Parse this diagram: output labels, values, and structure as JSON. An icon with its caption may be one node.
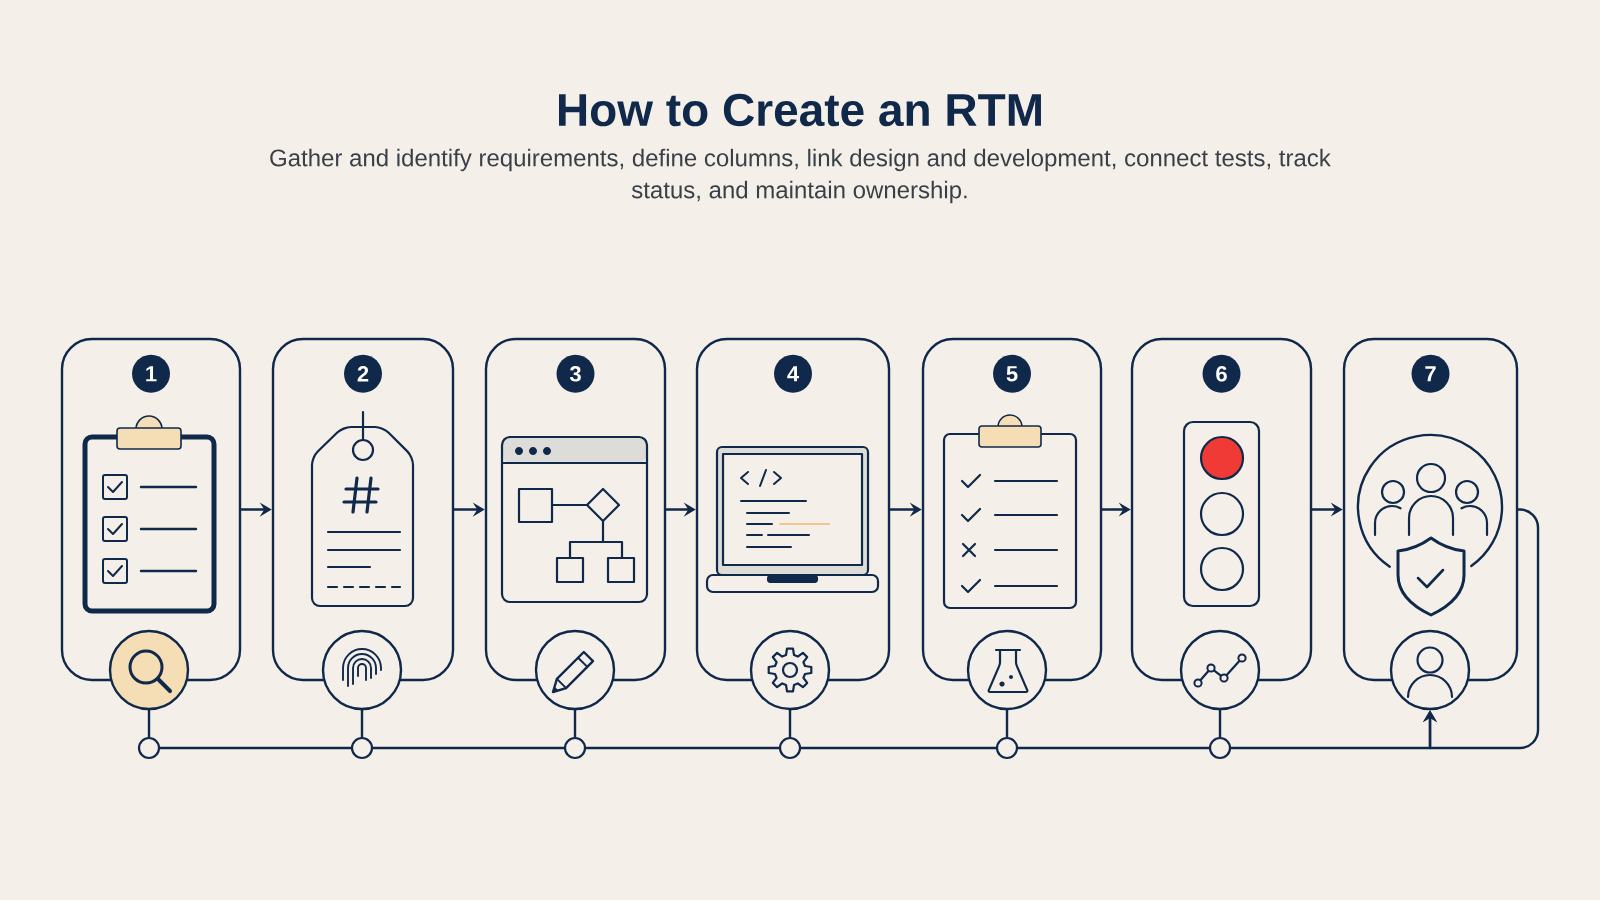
{
  "diagram": {
    "title": "How to Create an RTM",
    "caption": "Gather and identify requirements, define columns, link design and development, connect tests, track status, and maintain ownership.",
    "nodes": [
      {
        "text": [],
        "shape": "box"
      },
      {
        "text": [
          "1"
        ],
        "in": 0
      },
      {
        "text": [],
        "shape": "circle"
      },
      {
        "text": [],
        "shape": "box"
      },
      {
        "text": [
          "2"
        ],
        "in": 3
      },
      {
        "text": [],
        "shape": "circle"
      },
      {
        "text": [],
        "shape": "box"
      },
      {
        "text": [
          "3"
        ],
        "in": 6
      },
      {
        "text": [],
        "shape": "circle"
      },
      {
        "text": [],
        "shape": "box"
      },
      {
        "text": [
          "4"
        ],
        "in": 9
      },
      {
        "text": [],
        "shape": "circle"
      },
      {
        "text": [],
        "shape": "box"
      },
      {
        "text": [
          "5"
        ],
        "in": 12
      },
      {
        "text": [],
        "shape": "circle"
      },
      {
        "text": [],
        "shape": "box"
      },
      {
        "text": [
          "6"
        ],
        "in": 15
      },
      {
        "text": [],
        "shape": "circle"
      },
      {
        "text": [],
        "shape": "box"
      },
      {
        "text": [
          "7"
        ],
        "in": 18
      },
      {
        "text": [],
        "shape": "circle"
      },
      {
        "text": [],
        "shape": "circle"
      },
      {
        "text": [],
        "shape": "circle"
      },
      {
        "text": [],
        "shape": "circle"
      },
      {
        "text": [],
        "shape": "circle"
      },
      {
        "text": [],
        "shape": "circle"
      },
      {
        "text": [],
        "shape": "circle"
      }
    ],
    "edges": [
      {
        "from": 0,
        "to": 3,
        "arrow": "to"
      },
      {
        "from": 3,
        "to": 6,
        "arrow": "to"
      },
      {
        "from": 6,
        "to": 9,
        "arrow": "to"
      },
      {
        "from": 9,
        "to": 12,
        "arrow": "to"
      },
      {
        "from": 12,
        "to": 15,
        "arrow": "to"
      },
      {
        "from": 15,
        "to": 18,
        "arrow": "to"
      },
      {
        "from": 2,
        "to": 21,
        "arrow": "none"
      },
      {
        "from": 5,
        "to": 22,
        "arrow": "none"
      },
      {
        "from": 8,
        "to": 23,
        "arrow": "none"
      },
      {
        "from": 11,
        "to": 24,
        "arrow": "none"
      },
      {
        "from": 14,
        "to": 25,
        "arrow": "none"
      },
      {
        "from": 17,
        "to": 26,
        "arrow": "none"
      },
      {
        "from": 21,
        "to": 22,
        "arrow": "none"
      },
      {
        "from": 22,
        "to": 23,
        "arrow": "none"
      },
      {
        "from": 23,
        "to": 24,
        "arrow": "none"
      },
      {
        "from": 24,
        "to": 25,
        "arrow": "none"
      },
      {
        "from": 25,
        "to": 26,
        "arrow": "none"
      },
      {
        "from": 26,
        "to": 20,
        "arrow": "to"
      },
      {
        "from": 18,
        "to": 20,
        "arrow": "to"
      }
    ]
  }
}
